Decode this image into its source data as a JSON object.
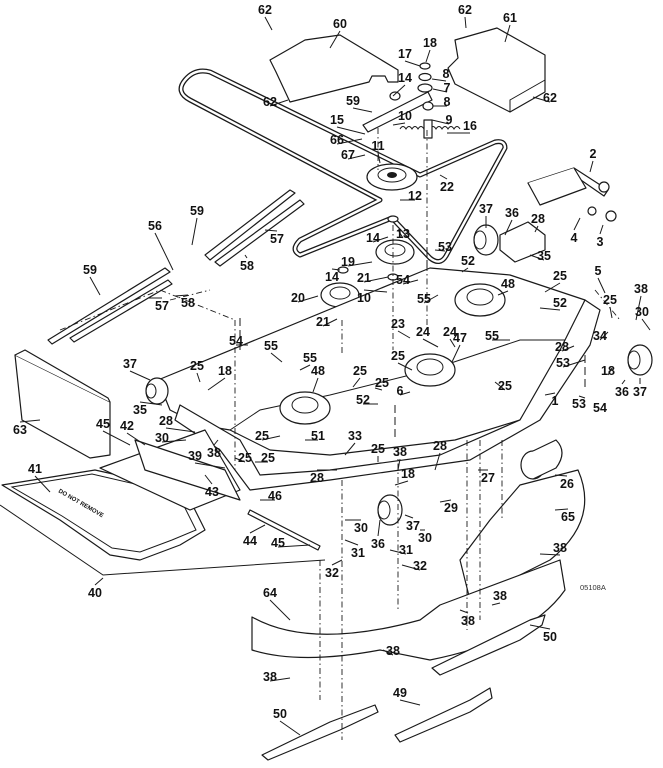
{
  "figure": {
    "reference_code": "05108A",
    "decal_text": "DO NOT REMOVE"
  },
  "callouts": [
    {
      "id": "c62a",
      "label": "62"
    },
    {
      "id": "c60",
      "label": "60"
    },
    {
      "id": "c62b",
      "label": "62"
    },
    {
      "id": "c61",
      "label": "61"
    },
    {
      "id": "c18a",
      "label": "18"
    },
    {
      "id": "c17",
      "label": "17"
    },
    {
      "id": "c14a",
      "label": "14"
    },
    {
      "id": "c8a",
      "label": "8"
    },
    {
      "id": "c7",
      "label": "7"
    },
    {
      "id": "c8b",
      "label": "8"
    },
    {
      "id": "c62c",
      "label": "62"
    },
    {
      "id": "c62d",
      "label": "62"
    },
    {
      "id": "c59a",
      "label": "59"
    },
    {
      "id": "c15",
      "label": "15"
    },
    {
      "id": "c10a",
      "label": "10"
    },
    {
      "id": "c9",
      "label": "9"
    },
    {
      "id": "c16",
      "label": "16"
    },
    {
      "id": "c66",
      "label": "66"
    },
    {
      "id": "c11",
      "label": "11"
    },
    {
      "id": "c67",
      "label": "67"
    },
    {
      "id": "c22",
      "label": "22"
    },
    {
      "id": "c2",
      "label": "2"
    },
    {
      "id": "c12",
      "label": "12"
    },
    {
      "id": "c13",
      "label": "13"
    },
    {
      "id": "c14b",
      "label": "14"
    },
    {
      "id": "c19",
      "label": "19"
    },
    {
      "id": "c14c",
      "label": "14"
    },
    {
      "id": "c21a",
      "label": "21"
    },
    {
      "id": "c20",
      "label": "20"
    },
    {
      "id": "c10b",
      "label": "10"
    },
    {
      "id": "c21b",
      "label": "21"
    },
    {
      "id": "c53a",
      "label": "53"
    },
    {
      "id": "c54a",
      "label": "54"
    },
    {
      "id": "c37a",
      "label": "37"
    },
    {
      "id": "c36a",
      "label": "36"
    },
    {
      "id": "c28a",
      "label": "28"
    },
    {
      "id": "c4",
      "label": "4"
    },
    {
      "id": "c3",
      "label": "3"
    },
    {
      "id": "c35a",
      "label": "35"
    },
    {
      "id": "c52a",
      "label": "52"
    },
    {
      "id": "c56",
      "label": "56"
    },
    {
      "id": "c59b",
      "label": "59"
    },
    {
      "id": "c57a",
      "label": "57"
    },
    {
      "id": "c58a",
      "label": "58"
    },
    {
      "id": "c59c",
      "label": "59"
    },
    {
      "id": "c57b",
      "label": "57"
    },
    {
      "id": "c58b",
      "label": "58"
    },
    {
      "id": "c5",
      "label": "5"
    },
    {
      "id": "c48a",
      "label": "48"
    },
    {
      "id": "c25a",
      "label": "25"
    },
    {
      "id": "c55a",
      "label": "55"
    },
    {
      "id": "c52b",
      "label": "52"
    },
    {
      "id": "c25b",
      "label": "25"
    },
    {
      "id": "c38a",
      "label": "38"
    },
    {
      "id": "c30a",
      "label": "30"
    },
    {
      "id": "c23",
      "label": "23"
    },
    {
      "id": "c24a",
      "label": "24"
    },
    {
      "id": "c24b",
      "label": "24"
    },
    {
      "id": "c55b",
      "label": "55"
    },
    {
      "id": "c47",
      "label": "47"
    },
    {
      "id": "c28b",
      "label": "28"
    },
    {
      "id": "c34",
      "label": "34"
    },
    {
      "id": "c53b",
      "label": "53"
    },
    {
      "id": "c55c",
      "label": "55"
    },
    {
      "id": "c55d",
      "label": "55"
    },
    {
      "id": "c54b",
      "label": "54"
    },
    {
      "id": "c25c",
      "label": "25"
    },
    {
      "id": "c48b",
      "label": "48"
    },
    {
      "id": "c25d",
      "label": "25"
    },
    {
      "id": "c18b",
      "label": "18"
    },
    {
      "id": "c36b",
      "label": "36"
    },
    {
      "id": "c37b",
      "label": "37"
    },
    {
      "id": "c25e",
      "label": "25"
    },
    {
      "id": "c6",
      "label": "6"
    },
    {
      "id": "c25f",
      "label": "25"
    },
    {
      "id": "c52c",
      "label": "52"
    },
    {
      "id": "c1",
      "label": "1"
    },
    {
      "id": "c53c",
      "label": "53"
    },
    {
      "id": "c54c",
      "label": "54"
    },
    {
      "id": "c37c",
      "label": "37"
    },
    {
      "id": "c36c",
      "label": "36"
    },
    {
      "id": "c25g",
      "label": "25"
    },
    {
      "id": "c18c",
      "label": "18"
    },
    {
      "id": "c35b",
      "label": "35"
    },
    {
      "id": "c63",
      "label": "63"
    },
    {
      "id": "c28c",
      "label": "28"
    },
    {
      "id": "c38b",
      "label": "38"
    },
    {
      "id": "c30b",
      "label": "30"
    },
    {
      "id": "c25h",
      "label": "25"
    },
    {
      "id": "c51",
      "label": "51"
    },
    {
      "id": "c45a",
      "label": "45"
    },
    {
      "id": "c42",
      "label": "42"
    },
    {
      "id": "c39",
      "label": "39"
    },
    {
      "id": "c25i",
      "label": "25"
    },
    {
      "id": "c25j",
      "label": "25"
    },
    {
      "id": "c33",
      "label": "33"
    },
    {
      "id": "c25k",
      "label": "25"
    },
    {
      "id": "c38c",
      "label": "38"
    },
    {
      "id": "c28d",
      "label": "28"
    },
    {
      "id": "c18d",
      "label": "18"
    },
    {
      "id": "c28e",
      "label": "28"
    },
    {
      "id": "c41",
      "label": "41"
    },
    {
      "id": "c43",
      "label": "43"
    },
    {
      "id": "c46",
      "label": "46"
    },
    {
      "id": "c27",
      "label": "27"
    },
    {
      "id": "c26",
      "label": "26"
    },
    {
      "id": "c29",
      "label": "29"
    },
    {
      "id": "c30c",
      "label": "30"
    },
    {
      "id": "c36d",
      "label": "36"
    },
    {
      "id": "c37d",
      "label": "37"
    },
    {
      "id": "c30d",
      "label": "30"
    },
    {
      "id": "c31a",
      "label": "31"
    },
    {
      "id": "c31b",
      "label": "31"
    },
    {
      "id": "c65",
      "label": "65"
    },
    {
      "id": "c44",
      "label": "44"
    },
    {
      "id": "c45b",
      "label": "45"
    },
    {
      "id": "c32a",
      "label": "32"
    },
    {
      "id": "c32b",
      "label": "32"
    },
    {
      "id": "c38d",
      "label": "38"
    },
    {
      "id": "c40",
      "label": "40"
    },
    {
      "id": "c64",
      "label": "64"
    },
    {
      "id": "c38e",
      "label": "38"
    },
    {
      "id": "c38f",
      "label": "38"
    },
    {
      "id": "c38g",
      "label": "38"
    },
    {
      "id": "c50a",
      "label": "50"
    },
    {
      "id": "c38h",
      "label": "38"
    },
    {
      "id": "c49",
      "label": "49"
    },
    {
      "id": "c50b",
      "label": "50"
    }
  ]
}
